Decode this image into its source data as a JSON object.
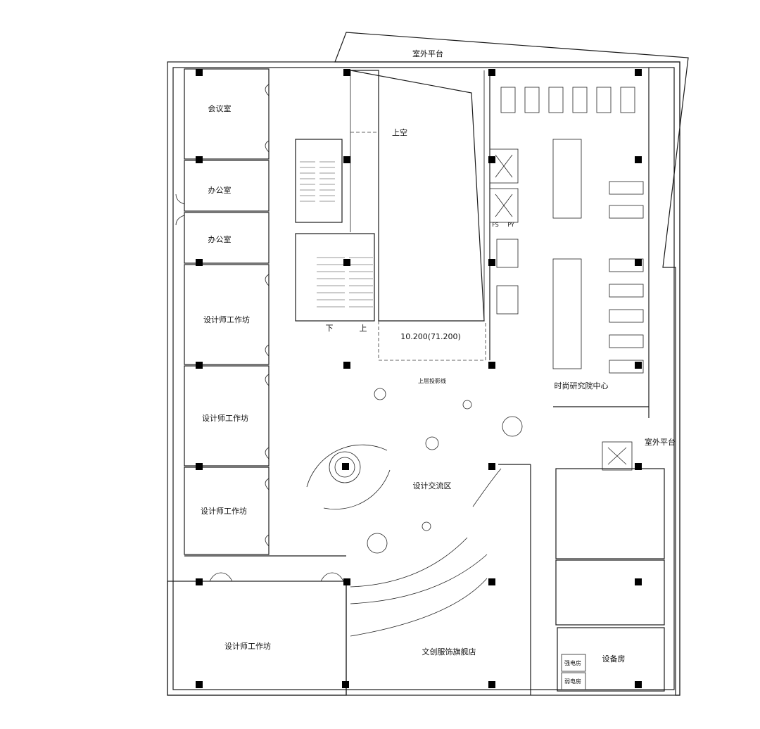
{
  "rooms": {
    "meeting_room": "会议室",
    "office_1": "办公室",
    "office_2": "办公室",
    "designer_workshop_1": "设计师工作坊",
    "designer_workshop_2": "设计师工作坊",
    "designer_workshop_3": "设计师工作坊",
    "designer_workshop_4": "设计师工作坊",
    "void": "上空",
    "outdoor_terrace_top": "室外平台",
    "outdoor_terrace_right": "室外平台",
    "fashion_center": "时尚研究院中心",
    "exchange_area": "设计交流区",
    "flagship_store": "文创服饰旗舰店",
    "equipment_room": "设备房",
    "elec_room_1": "强电房",
    "elec_room_2": "弱电房"
  },
  "annotations": {
    "elevation": "10.200(71.200)",
    "projection_line": "上层投影线",
    "up": "上",
    "down": "下",
    "fs": "FS",
    "py": "PY"
  },
  "colors": {
    "line": "#1a1a1a",
    "column": "#000000",
    "background": "#ffffff"
  }
}
